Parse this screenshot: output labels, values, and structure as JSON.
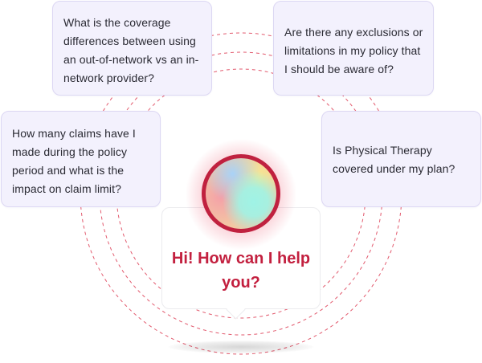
{
  "questions": [
    {
      "text": "What is the coverage differences between using an out-of-network vs an in-network provider?"
    },
    {
      "text": "Are there any exclusions or limitations in my policy that I should be aware of?"
    },
    {
      "text": "How many claims have I made during the policy period and what is the impact on claim limit?"
    },
    {
      "text": "Is Physical Therapy covered under my plan?"
    }
  ],
  "assistant": {
    "greeting": "Hi! How can I help you?"
  },
  "colors": {
    "accent": "#c3203f",
    "card_background": "#f3f1fd",
    "card_border": "#dcd7f3",
    "dashed_ring": "#e25a6e"
  }
}
